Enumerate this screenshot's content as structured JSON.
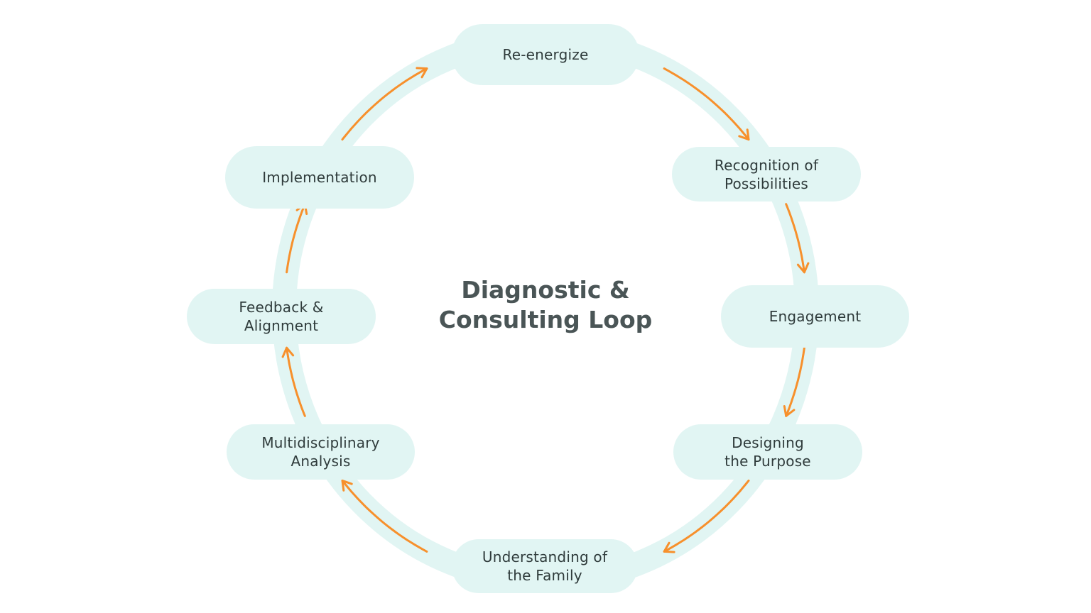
{
  "title": "Diagnostic &\nConsulting Loop",
  "colors": {
    "ring": "#e1f5f3",
    "arrow": "#f7902c",
    "text": "#2f3b3b",
    "title": "#4a5556"
  },
  "steps": [
    {
      "id": "re-energize",
      "label": "Re-energize"
    },
    {
      "id": "recognition-of-possibilities",
      "label": "Recognition of\nPossibilities"
    },
    {
      "id": "engagement",
      "label": "Engagement"
    },
    {
      "id": "designing-the-purpose",
      "label": "Designing\nthe Purpose"
    },
    {
      "id": "understanding-of-the-family",
      "label": "Understanding of\nthe Family"
    },
    {
      "id": "multidisciplinary-analysis",
      "label": "Multidisciplinary\nAnalysis"
    },
    {
      "id": "feedback-alignment",
      "label": "Feedback &\nAlignment"
    },
    {
      "id": "implementation",
      "label": "Implementation"
    }
  ],
  "flow_direction": "clockwise"
}
